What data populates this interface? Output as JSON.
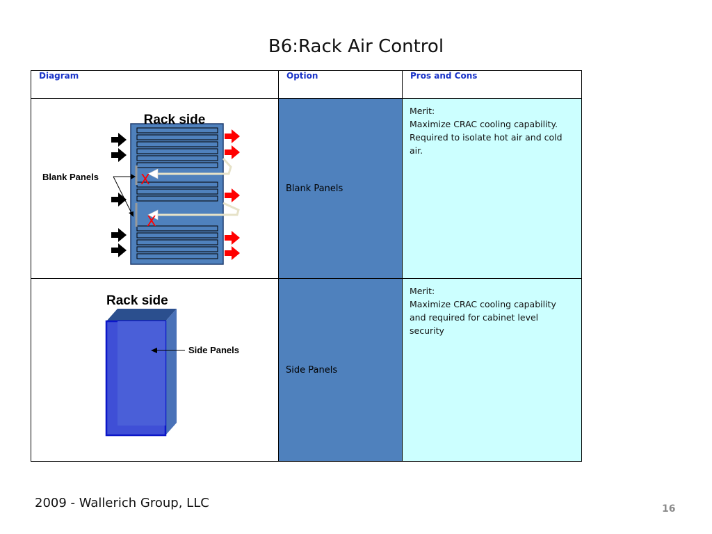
{
  "title": "B6:Rack Air Control",
  "table": {
    "headers": [
      "Diagram",
      "Option",
      "Pros and Cons"
    ],
    "rows": [
      {
        "diagram": {
          "heading": "Rack side",
          "label": "Blank Panels",
          "mark": "X"
        },
        "option": "Blank Panels",
        "pros": [
          "Merit:",
          "Maximize CRAC cooling capability.",
          "Required to isolate hot air and cold",
          "air."
        ]
      },
      {
        "diagram": {
          "heading": "Rack side",
          "label": "Side Panels"
        },
        "option": "Side Panels",
        "pros": [
          "Merit:",
          "Maximize CRAC cooling capability",
          "and required for cabinet level",
          "security"
        ]
      }
    ]
  },
  "footer": {
    "left": "2009 - Wallerich Group, LLC",
    "page": "16"
  },
  "colors": {
    "header_text": "#1a34c8",
    "option_bg": "#4f81bd",
    "pros_bg": "#ccffff",
    "rack_blue": "#4f81bd",
    "hot_arrow": "#ff0000",
    "mark": "#ff0000"
  }
}
